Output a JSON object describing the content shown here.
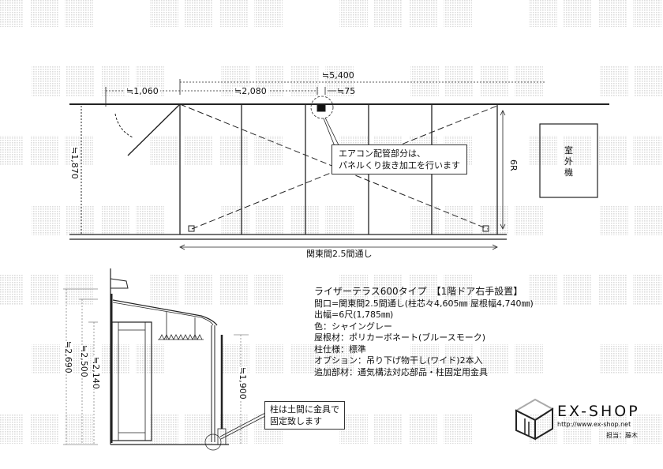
{
  "watermark": "転載禁止",
  "plan": {
    "dim_total": "≒5,400",
    "dim_door": "≒1,060",
    "dim_pipe": "≒2,080",
    "dim_pipe_width": "≒75",
    "dim_depth": "≒1,870",
    "dim_6r": "6R",
    "outdoor_unit": "室外機",
    "callout_line1": "エアコン配管部分は、",
    "callout_line2": "パネルくり抜き加工を行います",
    "frontage": "関東間2.5間通し"
  },
  "section": {
    "h1": "≒2,690",
    "h2": "≒2,500",
    "h3": "≒2,140",
    "h4": "≒1,900",
    "callout_line1": "柱は土間に金具で",
    "callout_line2": "固定致します"
  },
  "spec": {
    "title": "ライザーテラス600タイプ　【1階ドア右手設置】",
    "lines": [
      "間口=関東間2.5間通し(柱芯々4,605㎜ 屋根幅4,740㎜)",
      "出幅=6尺(1,785㎜)",
      "色：シャイングレー",
      "屋根材：ポリカーボネート(ブルースモーク)",
      "柱仕様：標準",
      "オプション：吊り下げ物干し(ワイド)2本入",
      "追加部材：通気構法対応部品・柱固定用金具"
    ]
  },
  "logo": {
    "brand": "EX-SHOP",
    "url": "http://www.ex-shop.net",
    "staff": "担当：藤木"
  }
}
